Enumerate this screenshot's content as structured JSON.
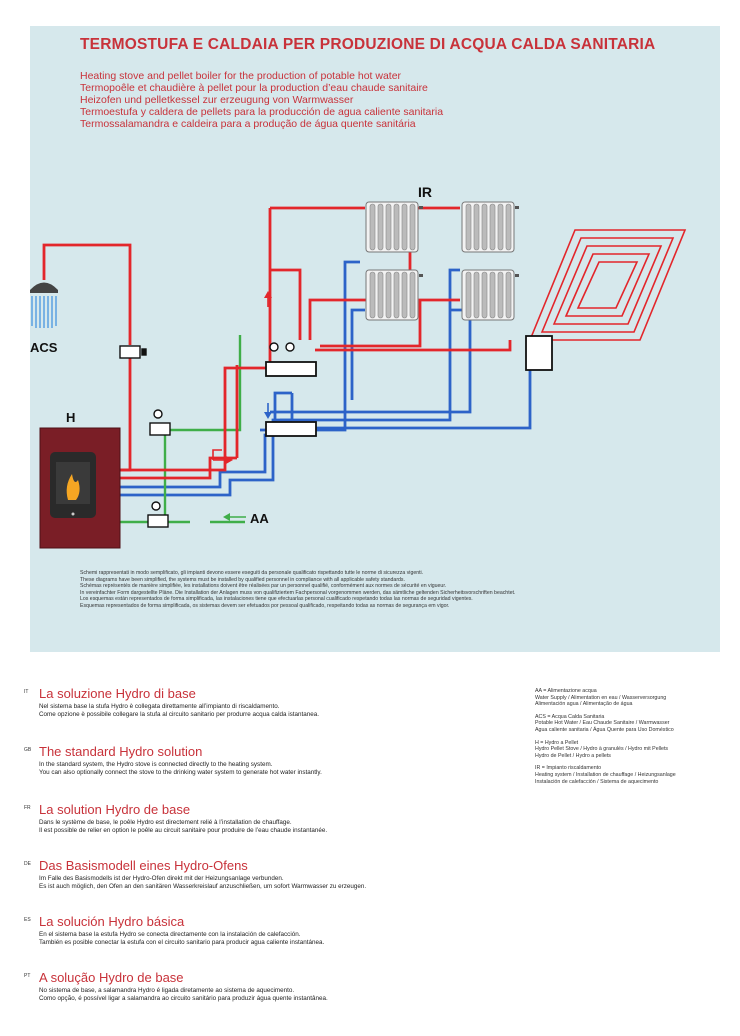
{
  "header": {
    "title": "TERMOSTUFA E CALDAIA PER PRODUZIONE DI ACQUA CALDA SANITARIA",
    "subtitles": [
      "Heating stove and pellet boiler for the production of potable hot water",
      "Termopoêle et chaudière à pellet pour la production d’eau chaude sanitaire",
      "Heizofen und pelletkessel zur erzeugung von Warmwasser",
      "Termoestufa y caldera de pellets para la producción de agua caliente sanitaria",
      "Termossalamandra e caldeira para a produção de água quente sanitária"
    ]
  },
  "diagram": {
    "label_ir": "IR",
    "label_acs": "ACS",
    "label_h": "H",
    "label_aa": "AA",
    "colors": {
      "hot": "#e3262b",
      "cold": "#2d63c8",
      "supply": "#3fae49",
      "stove": "#7a1e26",
      "panel": "#d6e8ec"
    },
    "icons": [
      "shower-icon",
      "radiator-icon",
      "pellet-stove-icon",
      "valve-icon",
      "manifold-icon",
      "underfloor-heating-icon"
    ]
  },
  "disclaimer": [
    "Schemi rappresentati in modo semplificato, gli impianti devono essere eseguiti da personale qualificato rispettando tutte le norme di sicurezza vigenti.",
    "These diagrams have been simplified, the systems must be installed by qualified personnel in compliance with all applicable safety standards.",
    "Schémas représentés de manière simplifiée, les installations doivent être réalisées par un personnel qualifié, conformément aux normes de sécurité en vigueur.",
    "In vereinfachter Form dargestellte Pläne. Die Installation der Anlagen muss von qualifiziertem Fachpersonal vorgenommen werden, das sämtliche geltenden Sicherheitsvorschriften beachtet.",
    "Los esquemas están representados de forma simplificada, las instalaciones tiene que efectuarlas personal cualificado respetando todas las normas de seguridad vigentes.",
    "Esquemas representados de forma simplificada, os sistemas devem ser efetuados por pessoal qualificado, respeitando todas as normas de segurança em vigor."
  ],
  "languages": [
    {
      "code": "IT",
      "heading": "La soluzione Hydro di base",
      "lines": [
        "Nel sistema base la stufa Hydro è collegata direttamente all’impianto di riscaldamento.",
        "Come opzione è possibile collegare la stufa al circuito sanitario per produrre acqua calda istantanea."
      ]
    },
    {
      "code": "GB",
      "heading": "The standard Hydro solution",
      "lines": [
        "In the standard system, the Hydro stove is connected directly to the heating system.",
        "You can also optionally connect the stove to the drinking water system to generate hot water instantly."
      ]
    },
    {
      "code": "FR",
      "heading": "La solution Hydro de base",
      "lines": [
        "Dans le système de base, le poêle Hydro est directement relié à l’installation de chauffage.",
        "Il est possible de relier en option le poêle au circuit sanitaire pour produire de l’eau chaude instantanée."
      ]
    },
    {
      "code": "DE",
      "heading": "Das Basismodell eines Hydro-Ofens",
      "lines": [
        "Im Falle des Basismodells ist der Hydro-Ofen direkt mit der Heizungsanlage verbunden.",
        "Es ist auch möglich, den Ofen an den sanitären Wasserkreislauf anzuschließen, um sofort Warmwasser zu erzeugen."
      ]
    },
    {
      "code": "ES",
      "heading": "La solución Hydro básica",
      "lines": [
        "En el sistema base la estufa Hydro se conecta directamente con la instalación de calefacción.",
        "También es posible conectar la estufa con el circuito sanitario para producir agua caliente instantánea."
      ]
    },
    {
      "code": "PT",
      "heading": "A solução Hydro de base",
      "lines": [
        "No sistema de base, a salamandra Hydro é ligada diretamente ao sistema de aquecimento.",
        "Como opção, é possível ligar a salamandra ao circuito sanitário para produzir água quente instantânea."
      ]
    }
  ],
  "legend": [
    [
      "AA = Alimentazione acqua",
      "Water Supply / Alimentation en eau / Wasserversorgung",
      "Alimentación agua / Alimentação de água"
    ],
    [
      "ACS = Acqua Calda Sanitaria",
      "Potable Hot Water / Eau Chaude Sanitaire / Warmwasser",
      "Agua caliente sanitaria / Água Quente para Uso Doméstico"
    ],
    [
      "H = Hydro a Pellet",
      "Hydro Pellet Stove / Hydro à granulés / Hydro mit Pellets",
      "Hydro de Pellet / Hydro a pellets"
    ],
    [
      "IR = Impianto riscaldamento",
      "Heating system / Installation de chauffage / Heizungsanlage",
      "Instalación de calefacción / Sistema de aquecimento"
    ]
  ]
}
